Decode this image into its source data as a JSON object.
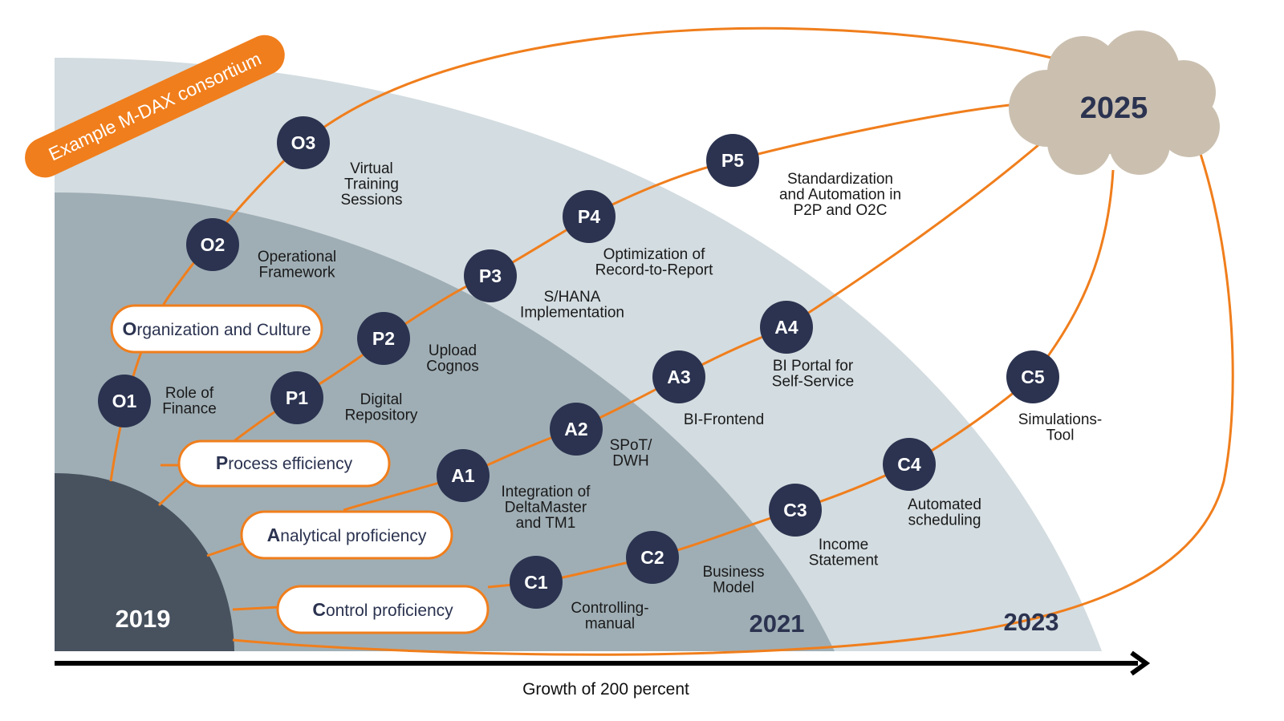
{
  "colors": {
    "accent": "#F07E1C",
    "navy": "#2B3350",
    "dark_zone": "#48525F",
    "mid_zone": "#9FAEB5",
    "light_zone": "#D3DCE0",
    "cloud": "#CBC0B0"
  },
  "banner": {
    "label": "Example M-DAX consortium"
  },
  "years": {
    "y2019": "2019",
    "y2021": "2021",
    "y2023": "2023",
    "y2025": "2025"
  },
  "x_axis": {
    "label": "Growth of 200 percent"
  },
  "tracks": {
    "organization": {
      "first_letter": "O",
      "rest": "rganization and Culture"
    },
    "process": {
      "first_letter": "P",
      "rest": "rocess efficiency"
    },
    "analytical": {
      "first_letter": "A",
      "rest": "nalytical proficiency"
    },
    "control": {
      "first_letter": "C",
      "rest": "ontrol proficiency"
    }
  },
  "milestones": {
    "O1": {
      "code": "O1",
      "desc": [
        "Role of",
        "Finance"
      ]
    },
    "O2": {
      "code": "O2",
      "desc": [
        "Operational",
        "Framework"
      ]
    },
    "O3": {
      "code": "O3",
      "desc": [
        "Virtual",
        "Training",
        "Sessions"
      ]
    },
    "P1": {
      "code": "P1",
      "desc": [
        "Digital",
        "Repository"
      ]
    },
    "P2": {
      "code": "P2",
      "desc": [
        "Upload",
        "Cognos"
      ]
    },
    "P3": {
      "code": "P3",
      "desc": [
        "S/HANA",
        "Implementation"
      ]
    },
    "P4": {
      "code": "P4",
      "desc": [
        "Optimization of",
        "Record-to-Report"
      ]
    },
    "P5": {
      "code": "P5",
      "desc": [
        "Standardization",
        "and Automation in",
        "P2P and O2C"
      ]
    },
    "A1": {
      "code": "A1",
      "desc": [
        "Integration of",
        "DeltaMaster",
        "and TM1"
      ]
    },
    "A2": {
      "code": "A2",
      "desc": [
        "SPoT/",
        "DWH"
      ]
    },
    "A3": {
      "code": "A3",
      "desc": [
        "BI-Frontend"
      ]
    },
    "A4": {
      "code": "A4",
      "desc": [
        "BI Portal for",
        "Self-Service"
      ]
    },
    "C1": {
      "code": "C1",
      "desc": [
        "Controlling-",
        "manual"
      ]
    },
    "C2": {
      "code": "C2",
      "desc": [
        "Business",
        "Model"
      ]
    },
    "C3": {
      "code": "C3",
      "desc": [
        "Income",
        "Statement"
      ]
    },
    "C4": {
      "code": "C4",
      "desc": [
        "Automated",
        "scheduling"
      ]
    },
    "C5": {
      "code": "C5",
      "desc": [
        "Simulations-",
        "Tool"
      ]
    }
  }
}
